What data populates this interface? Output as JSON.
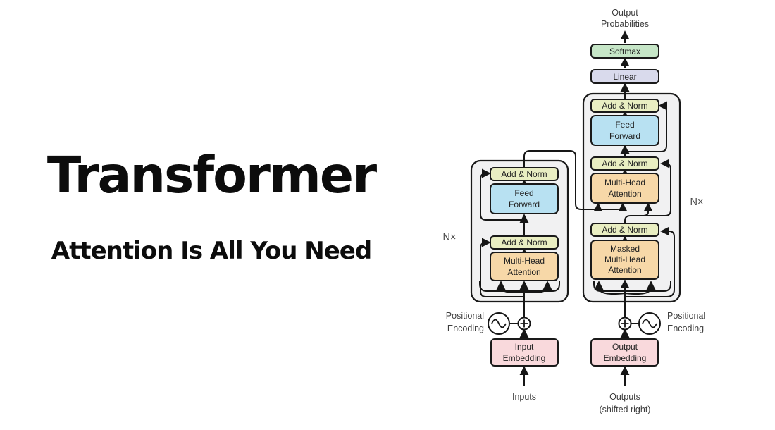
{
  "title": {
    "main": "Transformer",
    "subtitle": "Attention Is All You Need"
  },
  "diagram": {
    "output_probabilities": [
      "Output",
      "Probabilities"
    ],
    "softmax_label": "Softmax",
    "linear_label": "Linear",
    "add_norm_label": "Add & Norm",
    "feed_forward_label": [
      "Feed",
      "Forward"
    ],
    "multi_head_attention_label": [
      "Multi-Head",
      "Attention"
    ],
    "masked_multi_head_attention_label": [
      "Masked",
      "Multi-Head",
      "Attention"
    ],
    "positional_encoding_label": [
      "Positional",
      "Encoding"
    ],
    "input_embedding_label": [
      "Input",
      "Embedding"
    ],
    "output_embedding_label": [
      "Output",
      "Embedding"
    ],
    "inputs_label": "Inputs",
    "outputs_label": [
      "Outputs",
      "(shifted right)"
    ],
    "n_times_label": "N×"
  },
  "colors": {
    "softmax": "#c6e6c7",
    "linear": "#d9daec",
    "add_norm": "#e9eec2",
    "feed_forward": "#b8e1f2",
    "attention": "#f7d8a8",
    "embedding": "#f9d9dc",
    "container": "#f1f1f2",
    "line": "#161616"
  }
}
